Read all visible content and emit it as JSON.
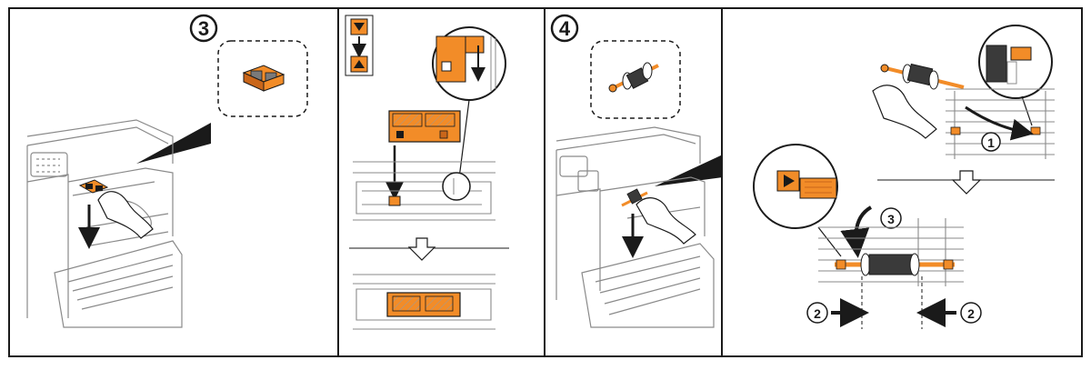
{
  "steps": {
    "step3": "3",
    "step4": "4"
  },
  "callouts": {
    "one": "1",
    "two": "2",
    "three": "3"
  },
  "colors": {
    "accent": "#f28c28",
    "accent_dark": "#c9661a",
    "line": "#1a1a1a",
    "sketch": "#8a8a8a",
    "paper": "#ffffff",
    "gray_part": "#7a7a7a"
  },
  "icons": {
    "down_marker": "triangle-down-icon",
    "up_marker": "triangle-up-icon",
    "arrow_down": "hollow-arrow-down-icon",
    "arrow_right": "arrow-right-icon",
    "arrow_left": "arrow-left-icon",
    "curved_arrow": "curved-arrow-icon"
  }
}
